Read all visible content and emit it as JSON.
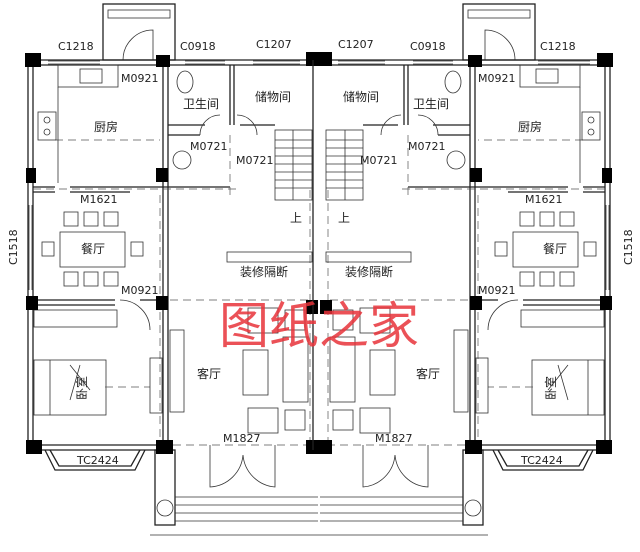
{
  "drawing": {
    "window_labels": {
      "c1218": "C1218",
      "c0918": "C0918",
      "c1207": "C1207",
      "c1518": "C1518",
      "tc2424": "TC2424"
    },
    "door_labels": {
      "m0921": "M0921",
      "m0721": "M0721",
      "m1621": "M1621",
      "m1827": "M1827"
    },
    "rooms": {
      "kitchen": "厨房",
      "bathroom": "卫生间",
      "storage": "储物间",
      "dining": "餐厅",
      "bedroom": "卧室",
      "living": "客厅"
    },
    "stair_up": "上",
    "partition": "装修隔断",
    "watermark": "图纸之家",
    "colors": {
      "lines": "#222222",
      "watermark": "#e8333a"
    }
  }
}
